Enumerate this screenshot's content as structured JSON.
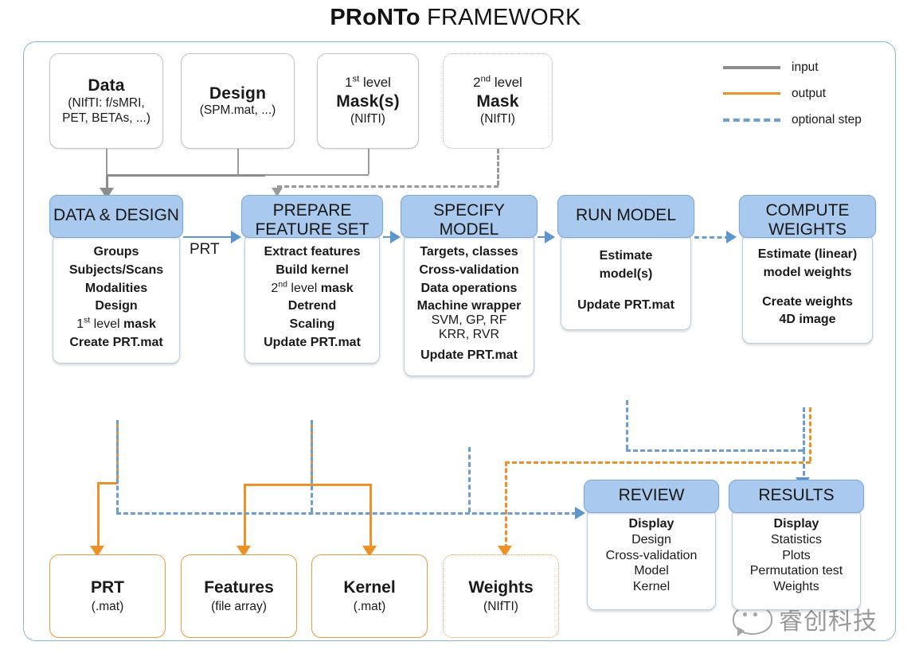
{
  "title": {
    "bold": "PRoNTo",
    "rest": " FRAMEWORK"
  },
  "legend": {
    "items": [
      {
        "label": "input",
        "style": "solid",
        "color": "#8d8d8d"
      },
      {
        "label": "output",
        "style": "solid",
        "color": "#ed9128"
      },
      {
        "label": "optional step",
        "style": "dashed",
        "color": "#6d9ed1"
      }
    ]
  },
  "colors": {
    "frame_border": "#8ab4dc",
    "header_blue": "#a9c9ee",
    "input_gray": "#8d8d8d",
    "output_orange": "#ed9128",
    "optional_blue": "#6d9ed1",
    "arrow_blue": "#5f95cd"
  },
  "inputs": [
    {
      "name": "data",
      "title": "Data",
      "title_small": "",
      "sub1": "(NIfTI: f/sMRI,",
      "sub2": "PET, BETAs, ...)",
      "dotted": false
    },
    {
      "name": "design",
      "title": "Design",
      "title_small": "",
      "sub1": "(SPM.mat, ...)",
      "sub2": "",
      "dotted": false
    },
    {
      "name": "first-mask",
      "title": "Mask(s)",
      "title_small": "1st level",
      "sub1": "(NIfTI)",
      "sub2": "",
      "dotted": false
    },
    {
      "name": "second-mask",
      "title": "Mask",
      "title_small": "2nd level",
      "sub1": "(NIfTI)",
      "sub2": "",
      "dotted": true
    }
  ],
  "edge_labels": {
    "prt": "PRT"
  },
  "process": [
    {
      "name": "data-and-design",
      "header": [
        "DATA & DESIGN"
      ],
      "lines": [
        {
          "text": "Groups",
          "bold": true
        },
        {
          "text": "Subjects/Scans",
          "bold": true
        },
        {
          "text": "Modalities",
          "bold": true
        },
        {
          "text": "Design",
          "bold": true
        },
        {
          "text": "1st level mask",
          "bold": false
        },
        {
          "text": "Create PRT.mat",
          "bold": true
        }
      ]
    },
    {
      "name": "prepare-feature-set",
      "header": [
        "PREPARE",
        "FEATURE SET"
      ],
      "lines": [
        {
          "text": "Extract features",
          "bold": true
        },
        {
          "text": "Build kernel",
          "bold": true
        },
        {
          "text": "2nd level mask",
          "bold": false
        },
        {
          "text": "Detrend",
          "bold": true
        },
        {
          "text": "Scaling",
          "bold": true
        },
        {
          "text": "Update PRT.mat",
          "bold": true
        }
      ]
    },
    {
      "name": "specify-model",
      "header": [
        "SPECIFY",
        "MODEL"
      ],
      "lines": [
        {
          "text": "Targets, classes",
          "bold": true
        },
        {
          "text": "Cross-validation",
          "bold": true
        },
        {
          "text": "Data operations",
          "bold": true
        },
        {
          "text": "Machine wrapper",
          "bold": true
        },
        {
          "text": "SVM, GP, RF",
          "bold": false
        },
        {
          "text": "KRR, RVR",
          "bold": false
        },
        {
          "text": "Update PRT.mat",
          "bold": true
        }
      ]
    },
    {
      "name": "run-model",
      "header": [
        "RUN MODEL"
      ],
      "lines": [
        {
          "text": "Estimate",
          "bold": true
        },
        {
          "text": "model(s)",
          "bold": true
        },
        {
          "text": "",
          "bold": false
        },
        {
          "text": "Update PRT.mat",
          "bold": true
        }
      ]
    },
    {
      "name": "compute-weights",
      "header": [
        "COMPUTE",
        "WEIGHTS"
      ],
      "lines": [
        {
          "text": "Estimate (linear)",
          "bold": true
        },
        {
          "text": "model weights",
          "bold": true
        },
        {
          "text": "",
          "bold": false
        },
        {
          "text": "Create weights",
          "bold": true
        },
        {
          "text": "4D image",
          "bold": true
        }
      ]
    },
    {
      "name": "review",
      "header": [
        "REVIEW"
      ],
      "lines": [
        {
          "text": "Display",
          "bold": true
        },
        {
          "text": "Design",
          "bold": false
        },
        {
          "text": "Cross-validation",
          "bold": false
        },
        {
          "text": "Model",
          "bold": false
        },
        {
          "text": "Kernel",
          "bold": false
        }
      ]
    },
    {
      "name": "results",
      "header": [
        "RESULTS"
      ],
      "lines": [
        {
          "text": "Display",
          "bold": true
        },
        {
          "text": "Statistics",
          "bold": false
        },
        {
          "text": "Plots",
          "bold": false
        },
        {
          "text": "Permutation test",
          "bold": false
        },
        {
          "text": "Weights",
          "bold": false
        }
      ]
    }
  ],
  "outputs": [
    {
      "name": "prt",
      "title": "PRT",
      "sub": "(.mat)",
      "dotted": false
    },
    {
      "name": "features",
      "title": "Features",
      "sub": "(file array)",
      "dotted": false
    },
    {
      "name": "kernel",
      "title": "Kernel",
      "sub": "(.mat)",
      "dotted": false
    },
    {
      "name": "weights",
      "title": "Weights",
      "sub": "(NIfTI)",
      "dotted": true
    }
  ],
  "watermark": {
    "text": "睿创科技"
  }
}
